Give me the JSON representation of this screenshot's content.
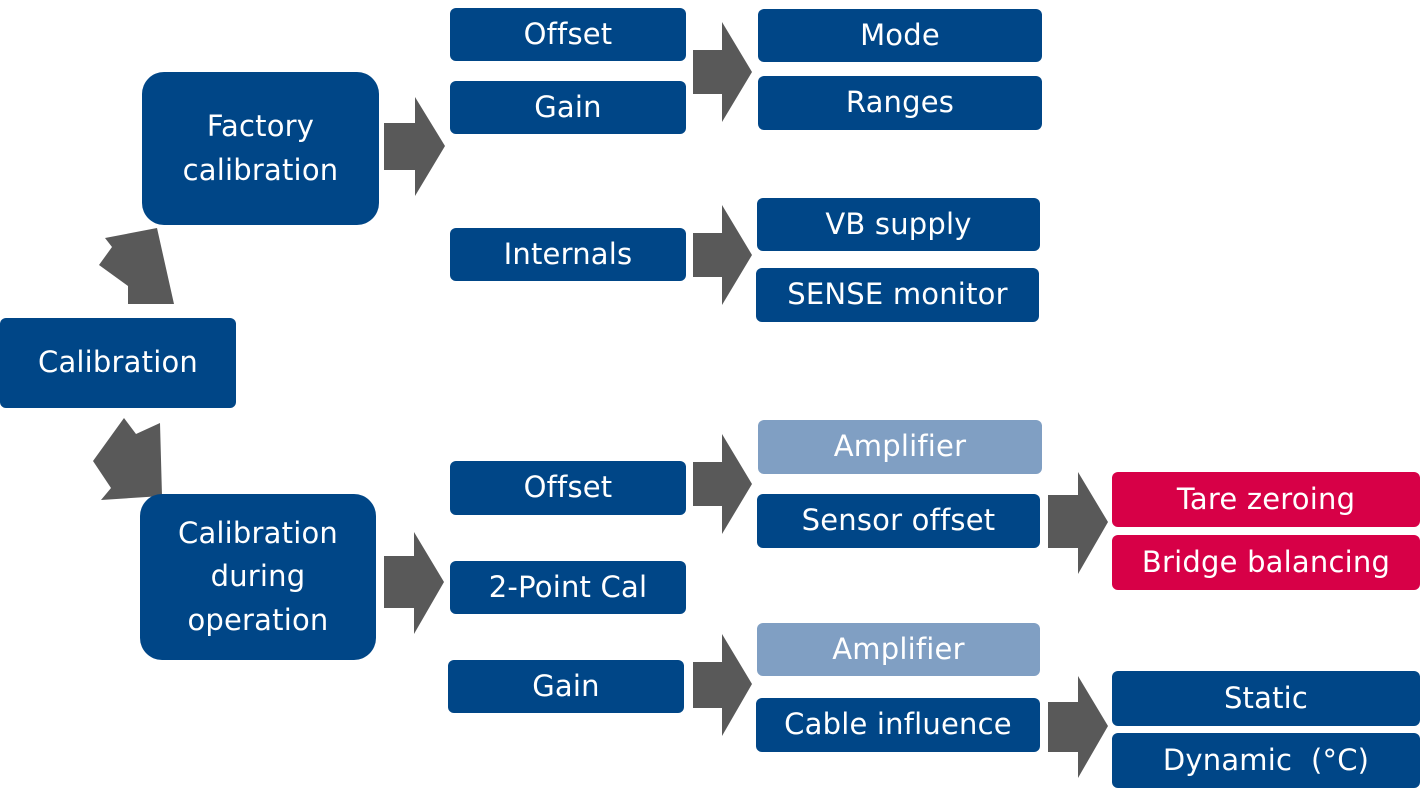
{
  "colors": {
    "primary": "#004687",
    "secondary": "#809fc3",
    "accent": "#d70047",
    "arrow": "#595959"
  },
  "nodes": {
    "root": "Calibration",
    "factory": "Factory calibration",
    "factory_offset": "Offset",
    "factory_gain": "Gain",
    "mode": "Mode",
    "ranges": "Ranges",
    "internals": "Internals",
    "vb_supply": "VB supply",
    "sense_monitor": "SENSE monitor",
    "operation": "Calibration during operation",
    "op_offset": "Offset",
    "two_point": "2-Point Cal",
    "op_gain": "Gain",
    "offset_amplifier": "Amplifier",
    "sensor_offset": "Sensor offset",
    "tare_zeroing": "Tare zeroing",
    "bridge_balancing": "Bridge balancing",
    "gain_amplifier": "Amplifier",
    "cable_influence": "Cable influence",
    "static": "Static",
    "dynamic": "Dynamic  (°C)"
  }
}
